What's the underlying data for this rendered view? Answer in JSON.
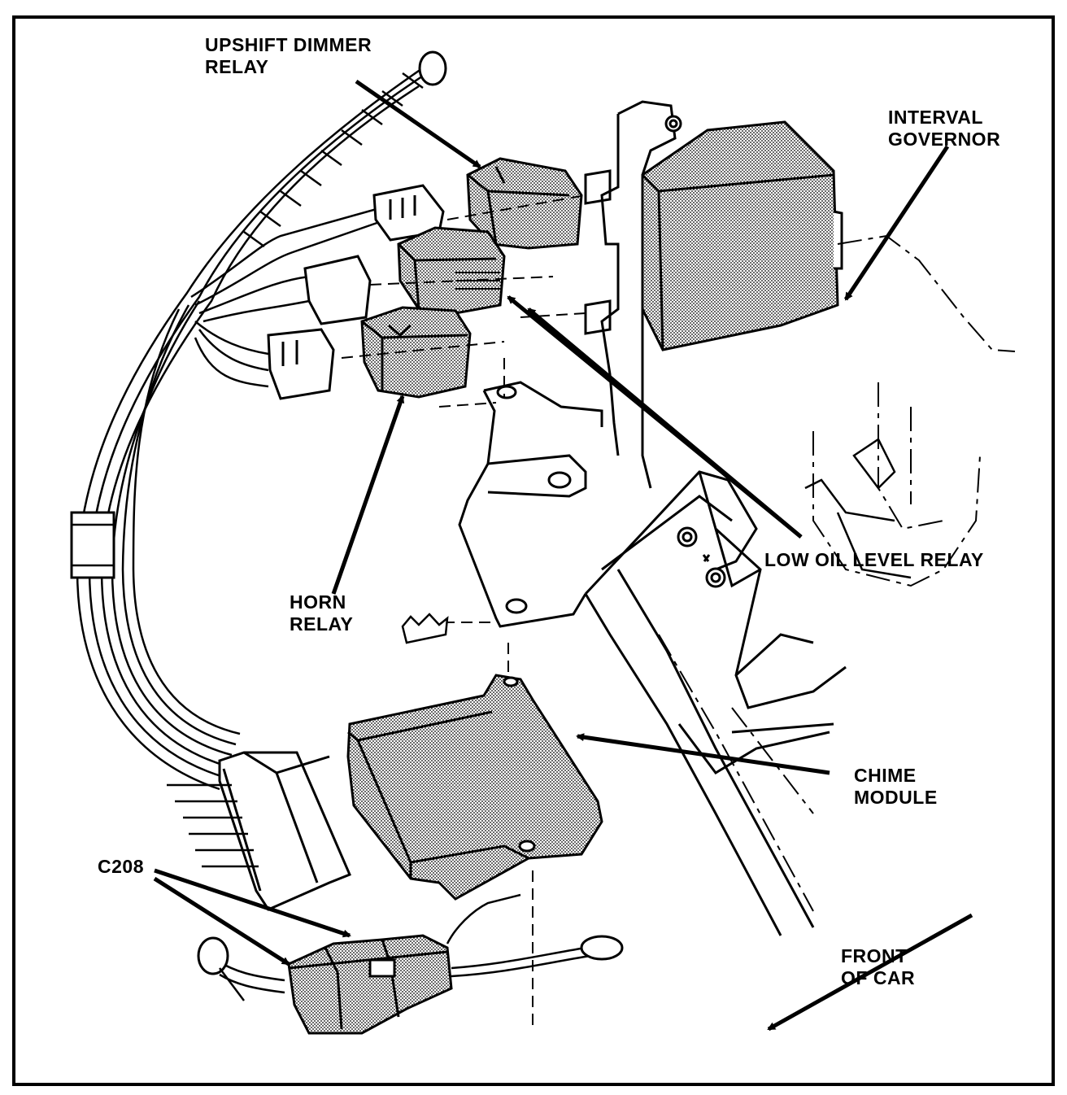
{
  "labels": {
    "upshift_dimmer_relay": [
      "UPSHIFT DIMMER",
      "RELAY"
    ],
    "interval_governor": [
      "INTERVAL",
      "GOVERNOR"
    ],
    "low_oil_level_relay": "LOW OIL LEVEL RELAY",
    "horn_relay": [
      "HORN",
      "RELAY"
    ],
    "chime_module": [
      "CHIME",
      "MODULE"
    ],
    "c208": "C208",
    "front_of_car": [
      "FRONT",
      "OF CAR"
    ]
  },
  "colors": {
    "ink": "#000000",
    "paper": "#ffffff",
    "shade": "#c9c9c9"
  }
}
